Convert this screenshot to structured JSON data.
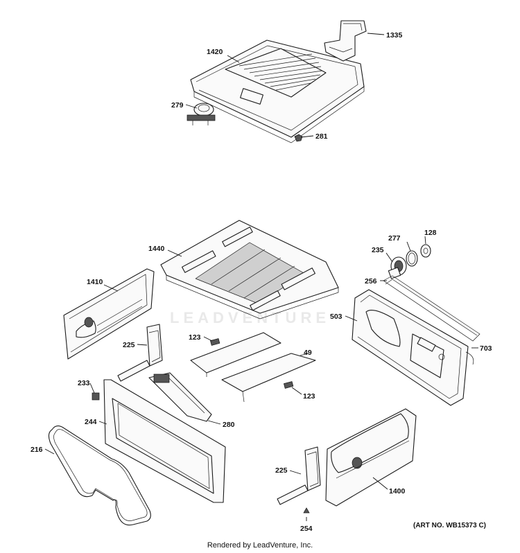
{
  "diagram": {
    "labels": {
      "p1335": "1335",
      "p1420": "1420",
      "p279": "279",
      "p281": "281",
      "p1440": "1440",
      "p128": "128",
      "p277": "277",
      "p235": "235",
      "p256": "256",
      "p503": "503",
      "p703": "703",
      "p1410": "1410",
      "p225a": "225",
      "p123a": "123",
      "p49": "49",
      "p233": "233",
      "p123b": "123",
      "p244": "244",
      "p280": "280",
      "p216": "216",
      "p225b": "225",
      "p1400": "1400",
      "p254": "254"
    },
    "watermark": "LEADVENTURE",
    "art_number": "(ART NO. WB15373 C)",
    "footer": "Rendered by LeadVenture, Inc."
  }
}
